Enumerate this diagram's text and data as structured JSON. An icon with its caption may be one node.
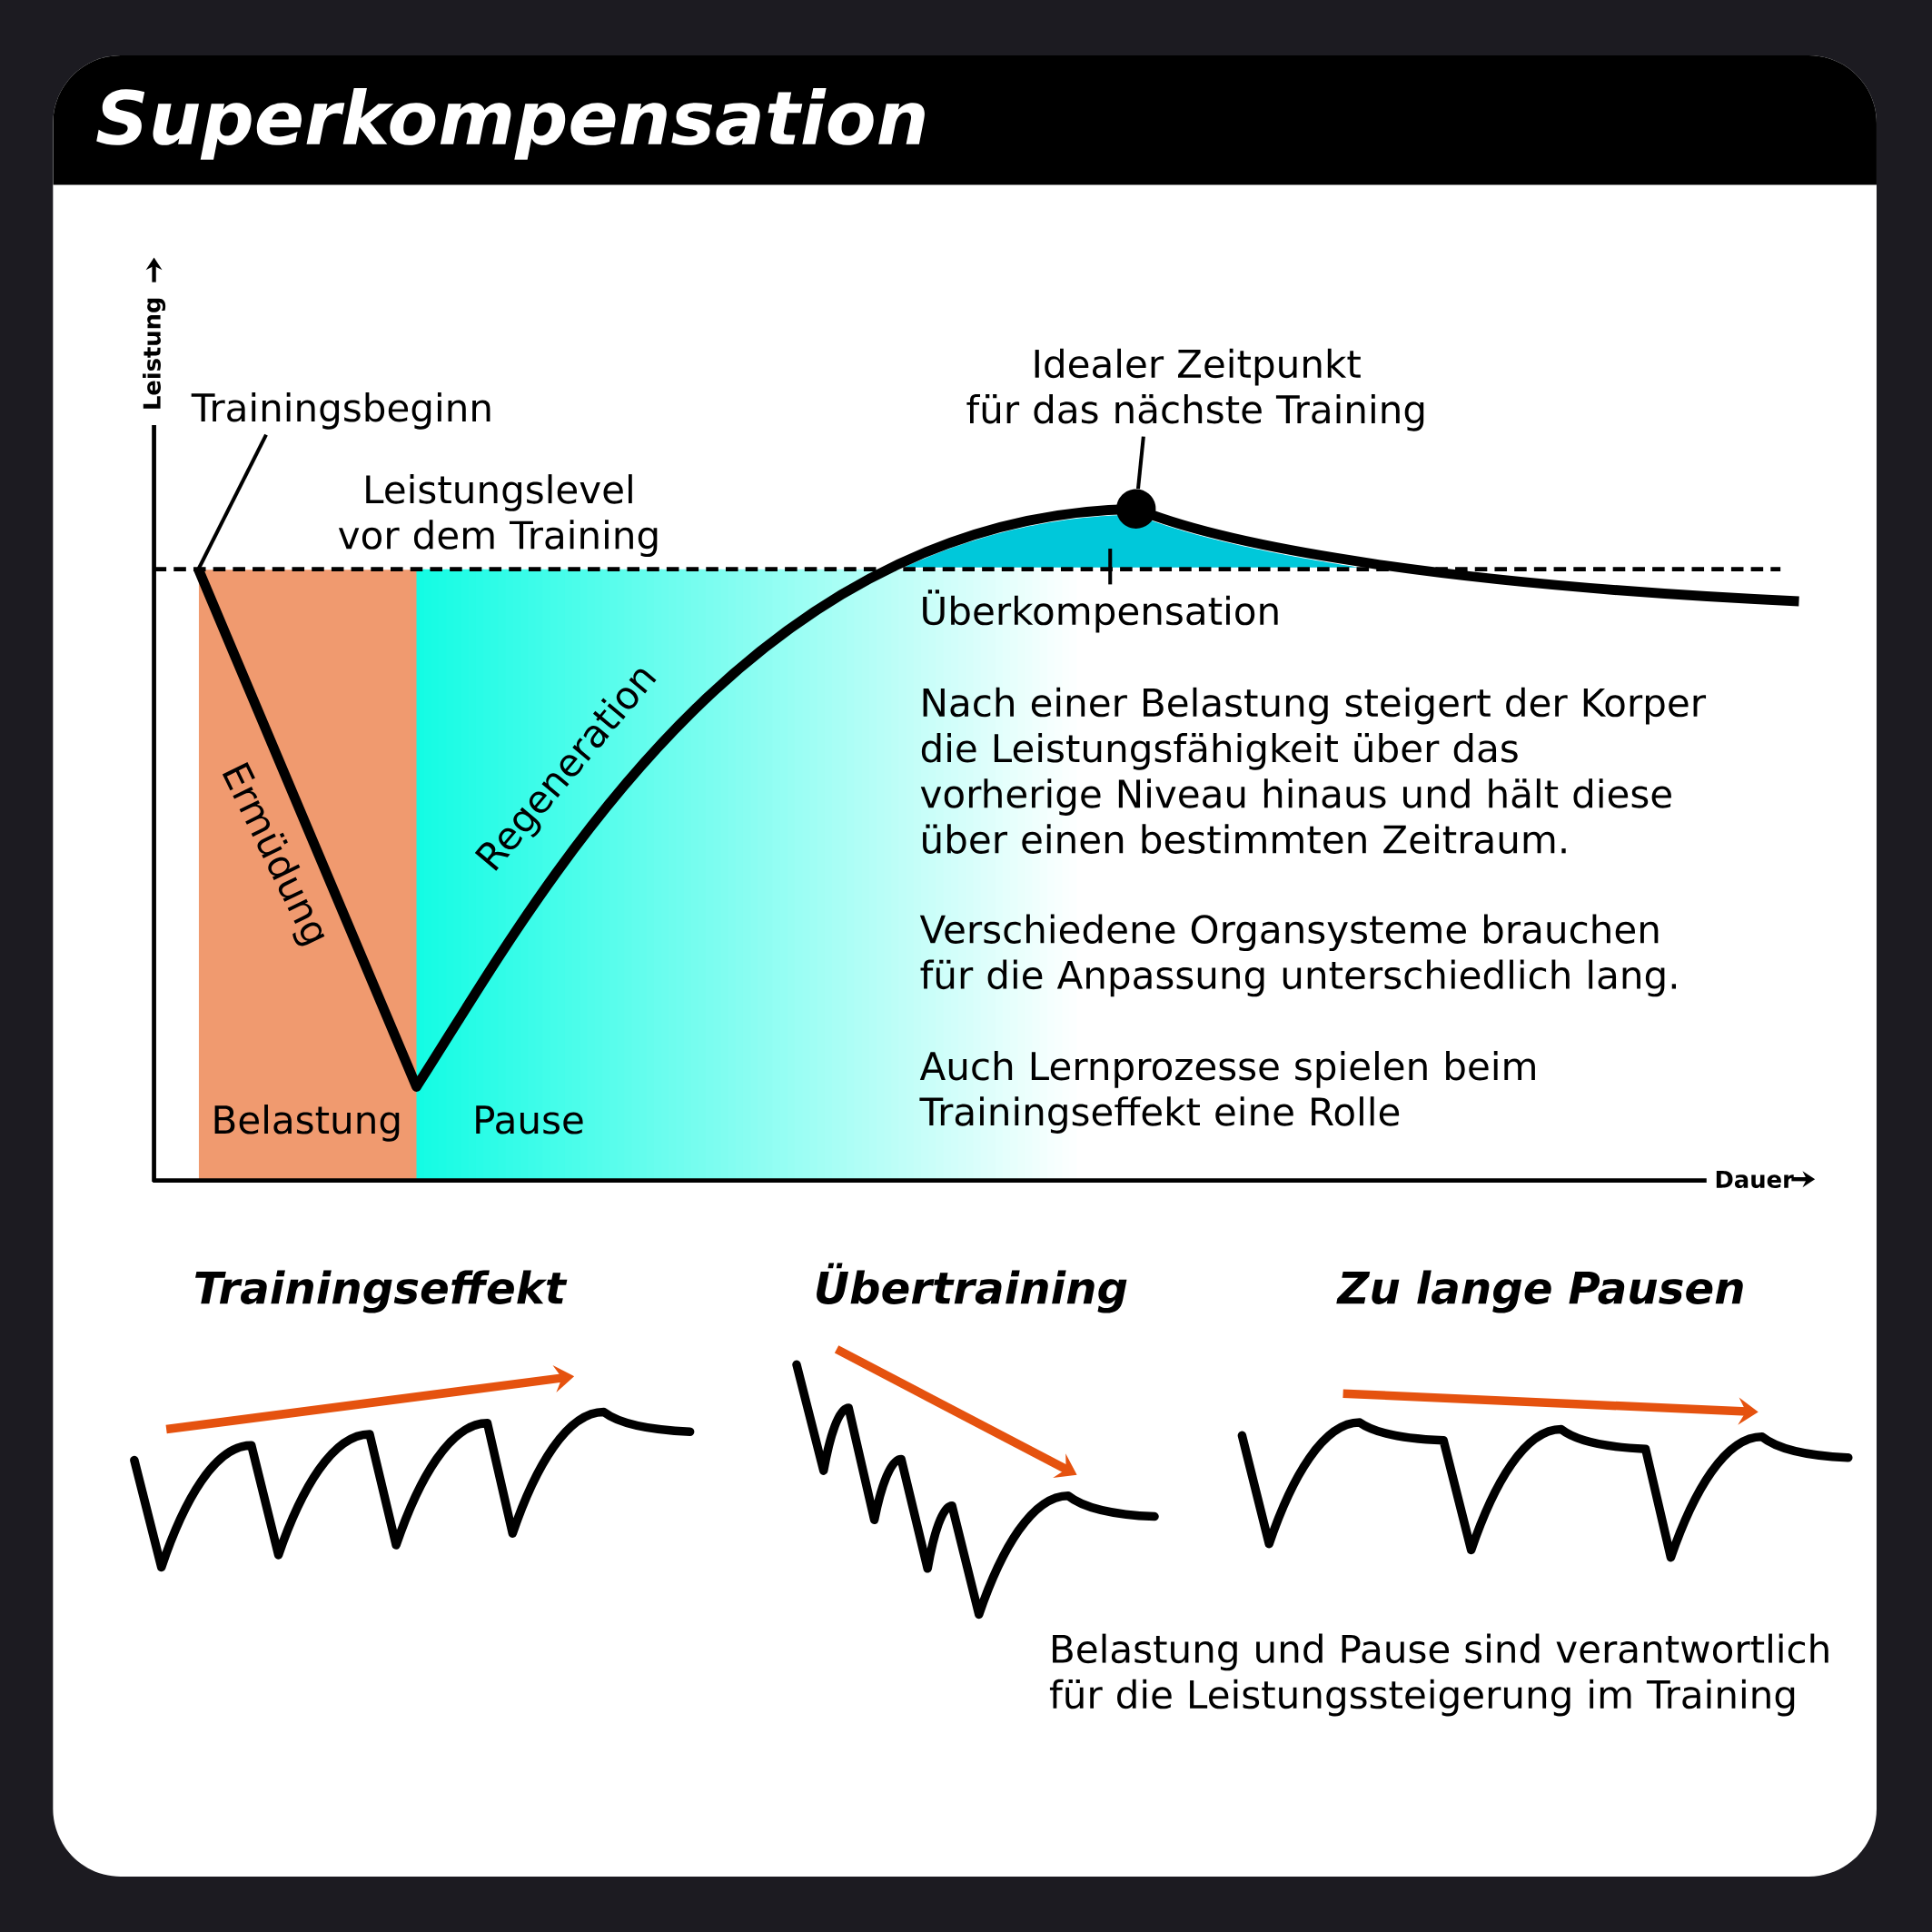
{
  "diagram": {
    "title": "Superkompensation",
    "nodes": [
      {
        "text": [
          "Trainingsbeginn"
        ]
      },
      {
        "text": [
          "Idealer Zeitpunkt für das nächste Training"
        ]
      },
      {
        "text": [],
        "shape": "circle"
      },
      {
        "text": [
          "Belastung"
        ]
      },
      {
        "text": [
          "Pause"
        ]
      },
      {
        "text": [
          "Überkompensation"
        ]
      },
      {
        "text": [],
        "shape": "area"
      }
    ],
    "edges": [
      {
        "from": 0,
        "to": 3,
        "arrow": "none"
      },
      {
        "from": 1,
        "to": 2,
        "arrow": "none"
      },
      {
        "from": 5,
        "to": 6,
        "arrow": "none"
      }
    ],
    "labels": [
      "Leistung",
      "Leistungslevel vor dem Training",
      "Regeneration",
      "Ermüdung",
      "Nach einer Belastung steigert der Korper die Leistungsfähigkeit über das vorherige Niveau hinaus und hält diese über einen bestimmten Zeitraum.",
      "Verschiedene Organsysteme brauchen für die Anpassung unterschiedlich lang.",
      "Auch Lernprozesse spielen beim Trainingseffekt eine Rolle",
      "Dauer",
      "Trainingseffekt",
      "Übertraining",
      "Zu lange Pausen",
      "Belastung und Pause sind verantwortlich für die Leistungssteigerung im Training"
    ]
  }
}
